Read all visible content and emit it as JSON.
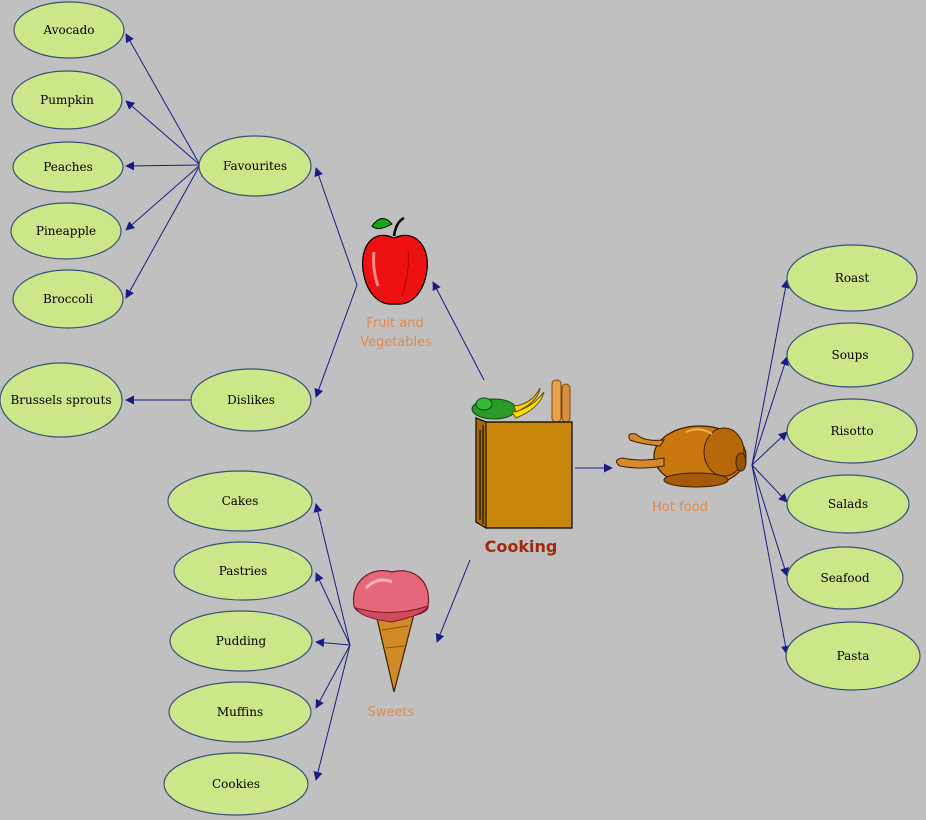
{
  "colors": {
    "background": "#c0c0c0",
    "node_fill": "#cce68a",
    "node_stroke": "#3a4f7a",
    "connector": "#1b1b85",
    "category_label": "#e08a4c",
    "root_label": "#a0280c"
  },
  "root": {
    "label": "Cooking",
    "icon": "grocery-bag-icon"
  },
  "categories": {
    "fruit_veg": {
      "label_line1": "Fruit and",
      "label_line2": "Vegetables",
      "icon": "apple-icon"
    },
    "hot_food": {
      "label": "Hot food",
      "icon": "roast-chicken-icon"
    },
    "sweets": {
      "label": "Sweets",
      "icon": "ice-cream-cone-icon"
    }
  },
  "subgroups": {
    "favourites": "Favourites",
    "dislikes": "Dislikes"
  },
  "favourites_items": [
    "Avocado",
    "Pumpkin",
    "Peaches",
    "Pineapple",
    "Broccoli"
  ],
  "dislikes_items": [
    "Brussels sprouts"
  ],
  "hot_food_items": [
    "Roast",
    "Soups",
    "Risotto",
    "Salads",
    "Seafood",
    "Pasta"
  ],
  "sweets_items": [
    "Cakes",
    "Pastries",
    "Pudding",
    "Muffins",
    "Cookies"
  ]
}
